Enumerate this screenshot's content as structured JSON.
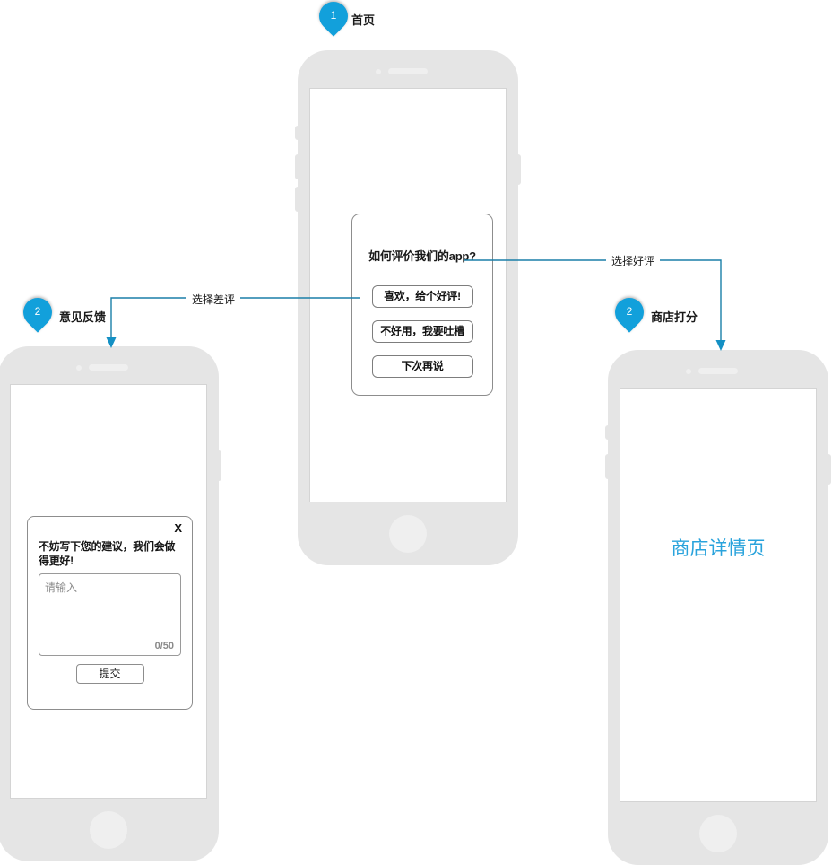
{
  "theme": {
    "accent": "#12a0db",
    "store_text": "#29a3dc",
    "frame": "#e5e5e5",
    "screen": "#ffffff",
    "dialog_border": "#8d8d8d"
  },
  "markers": [
    {
      "number": "1",
      "label": "首页"
    },
    {
      "number": "2",
      "label": "意见反馈"
    },
    {
      "number": "2",
      "label": "商店打分"
    }
  ],
  "connectors": [
    {
      "label": "选择差评"
    },
    {
      "label": "选择好评"
    }
  ],
  "home_screen": {
    "dialog": {
      "title": "如何评价我们的app?",
      "buttons": [
        "喜欢，给个好评!",
        "不好用，我要吐槽",
        "下次再说"
      ]
    }
  },
  "feedback_screen": {
    "dialog": {
      "close_label": "X",
      "title": "不妨写下您的建议，我们会做得更好!",
      "textarea_placeholder": "请输入",
      "textarea_value": "",
      "counter": "0/50",
      "submit_label": "提交"
    }
  },
  "store_screen": {
    "title": "商店详情页"
  }
}
